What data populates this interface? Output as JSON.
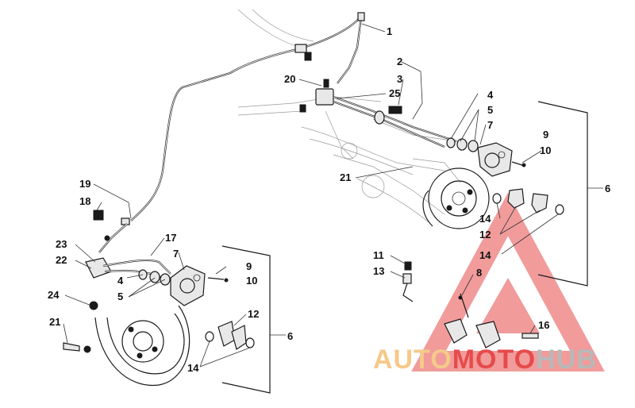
{
  "callouts": {
    "c1": "1",
    "c2": "2",
    "c3": "3",
    "c4a": "4",
    "c5a": "5",
    "c7a": "7",
    "c9a": "9",
    "c10a": "10",
    "c6a": "6",
    "c20": "20",
    "c25": "25",
    "c21a": "21",
    "c14a": "14",
    "c12a": "12",
    "c14b": "14",
    "c19": "19",
    "c18": "18",
    "c23": "23",
    "c22": "22",
    "c17": "17",
    "c7b": "7",
    "c9b": "9",
    "c10b": "10",
    "c4b": "4",
    "c5b": "5",
    "c24": "24",
    "c21b": "21",
    "c12b": "12",
    "c6b": "6",
    "c14c": "14",
    "c11": "11",
    "c13": "13",
    "c8": "8",
    "c16": "16"
  },
  "watermark": {
    "part1": "AUTO",
    "part2": "MOTO",
    "part3": "HUB",
    "color_light": "#f5c98a",
    "color_red": "#e64b4b",
    "color_grey": "#b8b8b8"
  }
}
